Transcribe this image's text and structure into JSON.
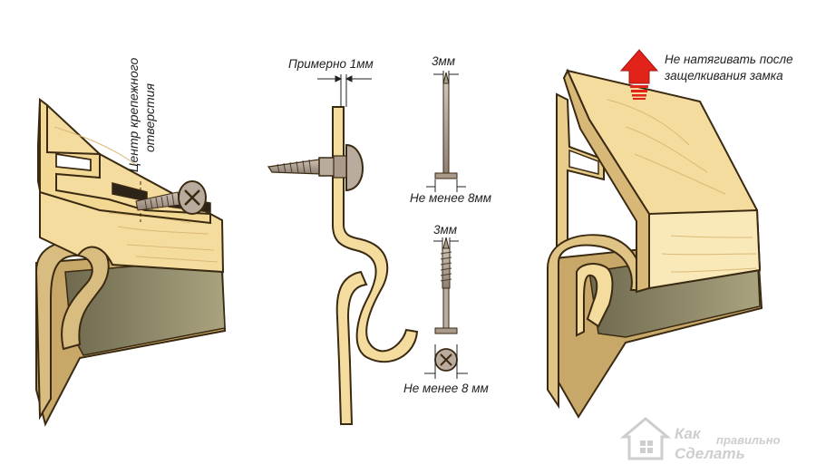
{
  "colors": {
    "panel_face": "#f4dc9e",
    "panel_light": "#f9e8b8",
    "panel_dark": "#bb9c5a",
    "panel_shadow": "#8a8462",
    "panel_edge": "#3a2a12",
    "metal": "#a99a8b",
    "metal_dark": "#5e4f43",
    "arrow_red": "#e2231a",
    "label": "#222222",
    "watermark": "#cccccc"
  },
  "labels": {
    "hole_center_line1": "Центр крепежного",
    "hole_center_line2": "отверстия",
    "gap_approx": "Примерно 1мм",
    "nail_top_dim": "3мм",
    "nail_head_min": "Не менее 8мм",
    "screw_top_dim": "3мм",
    "screw_head_min": "Не менее 8 мм",
    "warning_line1": "Не натягивать после",
    "warning_line2": "защелкивания замка"
  },
  "watermark": {
    "line1": "Как",
    "line2": "правильно",
    "line3": "Сделать"
  },
  "icons": [
    "self-tapping-screw-icon",
    "roofing-nail-icon",
    "wood-screw-icon",
    "up-arrow-icon",
    "house-logo-icon"
  ]
}
